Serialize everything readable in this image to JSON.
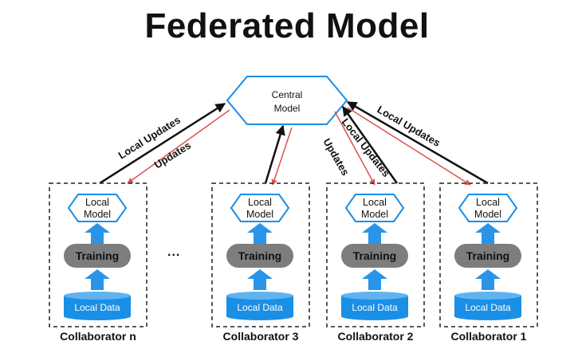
{
  "title": "Federated Model",
  "central_model": {
    "label_line1": "Central",
    "label_line2": "Model"
  },
  "ellipsis": "...",
  "collaborators": [
    {
      "name": "Collaborator n",
      "model_line1": "Local",
      "model_line2": "Model",
      "training": "Training",
      "data": "Local Data"
    },
    {
      "name": "Collaborator 3",
      "model_line1": "Local",
      "model_line2": "Model",
      "training": "Training",
      "data": "Local Data"
    },
    {
      "name": "Collaborator 2",
      "model_line1": "Local",
      "model_line2": "Model",
      "training": "Training",
      "data": "Local Data"
    },
    {
      "name": "Collaborator 1",
      "model_line1": "Local",
      "model_line2": "Model",
      "training": "Training",
      "data": "Local Data"
    }
  ],
  "edge_labels": {
    "local_updates_n": "Local Updates",
    "updates_n": "Updates",
    "updates_2": "Updates",
    "local_updates_2": "Local Updates",
    "local_updates_1": "Local Updates"
  },
  "colors": {
    "hexagon_border": "#1a8ee6",
    "arrow_blue": "#2a94e8",
    "training_pill": "#7d7d7d",
    "database": "#1a8fe6",
    "update_line": "#d9534f",
    "local_update_line": "#111111"
  }
}
